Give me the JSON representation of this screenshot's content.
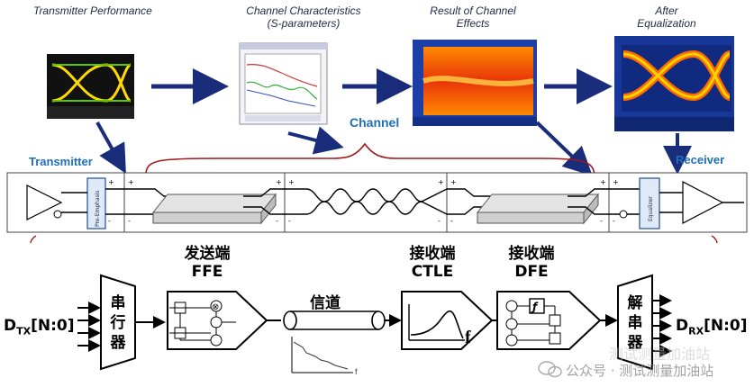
{
  "top_captions": {
    "transmitter_performance": "Transmitter Performance",
    "channel_characteristics_1": "Channel Characteristics",
    "channel_characteristics_2": "(S-parameters)",
    "result_of_channel_1": "Result of Channel",
    "result_of_channel_2": "Effects",
    "after_eq_1": "After",
    "after_eq_2": "Equalization"
  },
  "middle_labels": {
    "channel": "Channel",
    "transmitter": "Transmitter",
    "receiver": "Receiver",
    "pre_emphasis": "Pre-Emphasis",
    "equalizer": "Equalizer"
  },
  "bottom": {
    "tx_label": "发送端",
    "tx_sub": "FFE",
    "ch_label": "信道",
    "rx1_label": "接收端",
    "rx1_sub": "CTLE",
    "rx2_label": "接收端",
    "rx2_sub": "DFE",
    "serializer": [
      "串",
      "行",
      "器"
    ],
    "deserializer": [
      "解",
      "串",
      "器"
    ],
    "dtx_main": "D",
    "dtx_sub": "TX",
    "dtx_rest": "[N:0]",
    "drx_main": "D",
    "drx_sub": "RX",
    "drx_rest": "[N:0]",
    "ctle_axis": "f",
    "channel_axis": "f"
  },
  "watermark": {
    "line1": "公众号 · 测试测量加油站",
    "line2": "测试测量加油站"
  },
  "colors": {
    "arrow_navy": "#1a2d7a",
    "label_blue": "#1f6fb8",
    "brace_red": "#a01818"
  }
}
